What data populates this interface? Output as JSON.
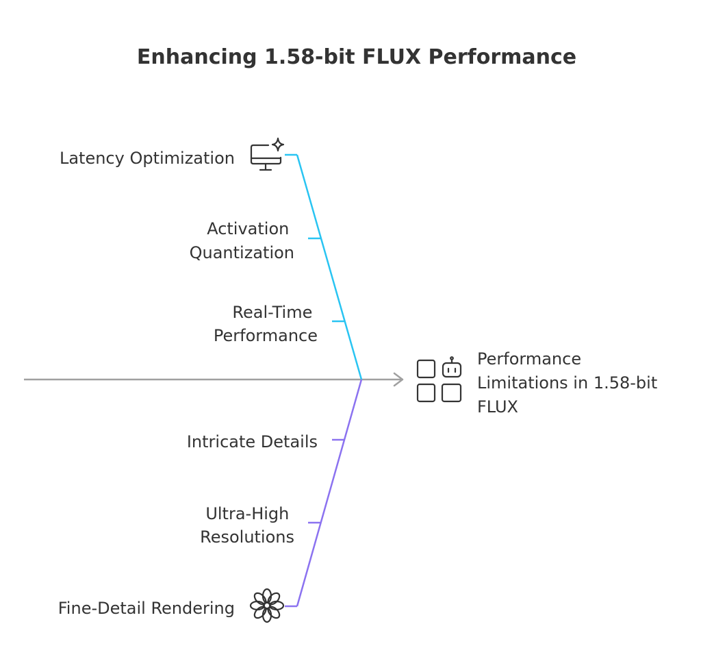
{
  "title": "Enhancing 1.58-bit FLUX Performance",
  "effect": {
    "lines": [
      "Performance",
      "Limitations in 1.58-bit",
      "FLUX"
    ],
    "icon": "grid-robot-icon"
  },
  "upper_causes": [
    {
      "lines": [
        "Latency Optimization"
      ],
      "icon": "monitor-sparkle-icon"
    },
    {
      "lines": [
        "Activation",
        "Quantization"
      ]
    },
    {
      "lines": [
        "Real-Time",
        "Performance"
      ]
    }
  ],
  "lower_causes": [
    {
      "lines": [
        "Intricate Details"
      ]
    },
    {
      "lines": [
        "Ultra-High",
        "Resolutions"
      ]
    },
    {
      "lines": [
        "Fine-Detail Rendering"
      ],
      "icon": "flower-icon"
    }
  ],
  "colors": {
    "upper_branch": "#29C4F2",
    "lower_branch": "#8B72F0",
    "spine": "#A0A0A0",
    "text": "#333333"
  }
}
